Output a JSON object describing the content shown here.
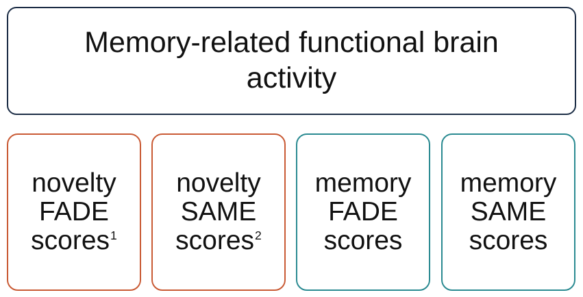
{
  "header": {
    "title": "Memory-related functional brain activity"
  },
  "colors": {
    "header_border": "#1b2c45",
    "novelty_border": "#c95a34",
    "memory_border": "#2a8a91"
  },
  "cards": [
    {
      "line1": "novelty",
      "line2": "FADE",
      "line3": "scores",
      "sup": "1"
    },
    {
      "line1": "novelty",
      "line2": "SAME",
      "line3": "scores",
      "sup": "2"
    },
    {
      "line1": "memory",
      "line2": "FADE",
      "line3": "scores",
      "sup": ""
    },
    {
      "line1": "memory",
      "line2": "SAME",
      "line3": "scores",
      "sup": ""
    }
  ]
}
